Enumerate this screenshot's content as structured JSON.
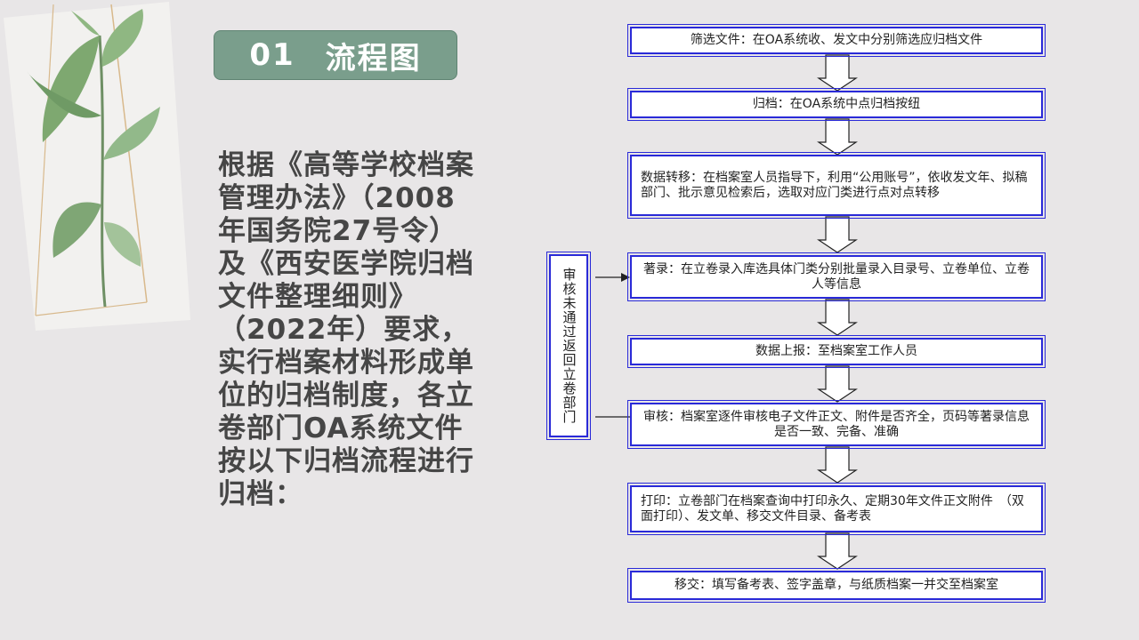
{
  "title": {
    "number": "01",
    "text": "流程图"
  },
  "body_text": "根据《高等学校档案管理办法》（2008年国务院27号令）及《西安医学院归档文件整理细则》（2022年）要求，实行档案材料形成单位的归档制度，各立卷部门OA系统文件按以下归档流程进行归档：",
  "flow": {
    "steps": [
      "筛选文件：在OA系统收、发文中分别筛选应归档文件",
      "归档：在OA系统中点归档按纽",
      "数据转移：在档案室人员指导下，利用“公用账号”，依收发文年、拟稿部门、批示意见检索后，选取对应门类进行点对点转移",
      "著录：在立卷录入库选具体门类分别批量录入目录号、立卷单位、立卷人等信息",
      "数据上报：至档案室工作人员",
      "审核：档案室逐件审核电子文件正文、附件是否齐全，页码等著录信息是否一致、完备、准确",
      "打印：立卷部门在档案查询中打印永久、定期30年文件正文附件　（双面打印）、发文单、移交文件目录、备考表",
      "移交：填写备考表、签字盖章，与纸质档案一并交至档案室"
    ],
    "feedback_label": "审核未通过返回立卷部门"
  },
  "colors": {
    "title_bg": "#7a9e8c",
    "border": "#2a2ad8",
    "background": "#e8e6e7"
  }
}
